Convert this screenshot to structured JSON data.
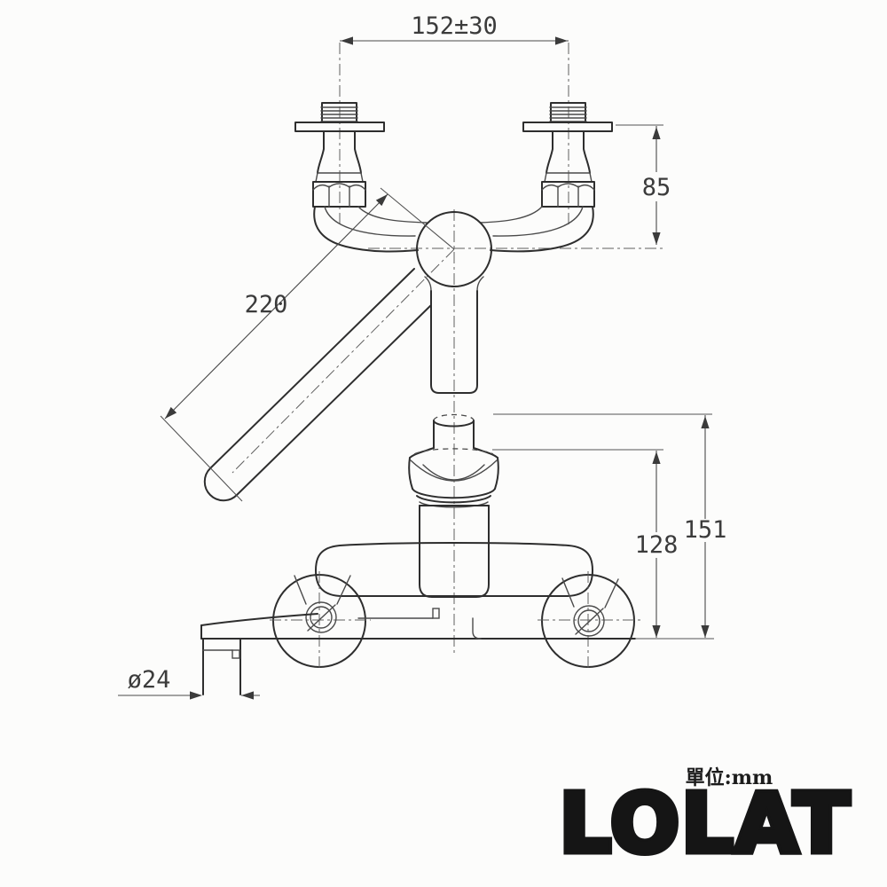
{
  "drawing": {
    "type": "technical-dimension-drawing",
    "product": "wall-mounted two-hole mixer faucet, top view and front view",
    "unit_note": "單位:mm",
    "logo_text": "LOLAT",
    "dims": {
      "inlet_spacing": "152±30",
      "wall_to_spout_axis": "85",
      "spout_length": "220",
      "overall_height": "151",
      "body_height": "128",
      "outlet_diameter": "ø24"
    },
    "colors": {
      "background": "#fcfcfb",
      "object_line": "#2e2e2e",
      "dimension_line": "#4a4a4a",
      "text": "#3b3b3b",
      "logo": "#151515"
    }
  }
}
